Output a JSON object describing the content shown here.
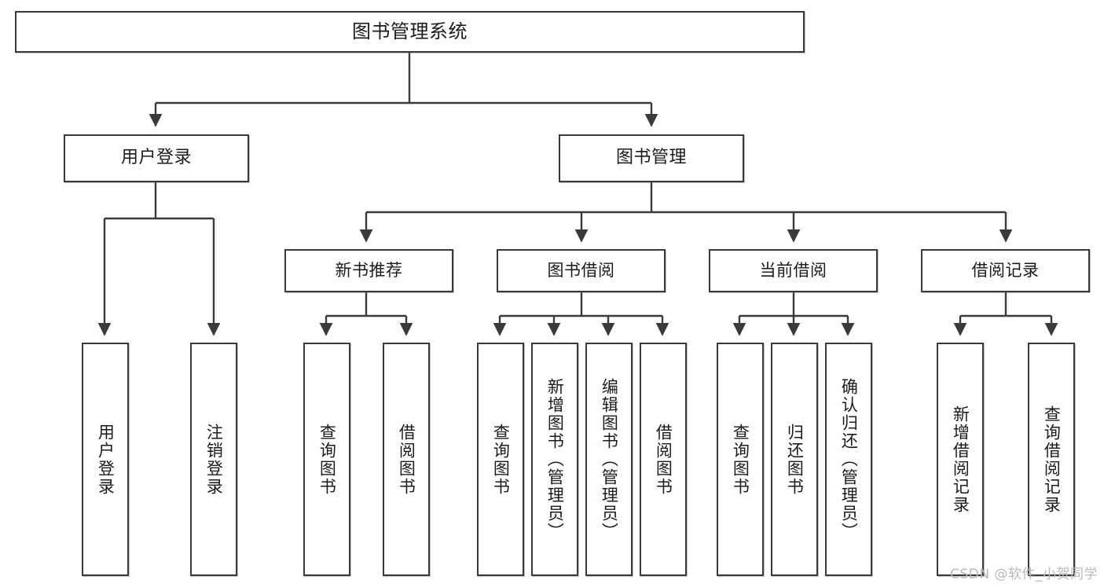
{
  "diagram": {
    "title": "图书管理系统",
    "type": "功能结构图",
    "style": {
      "box_border_color": "#3a3a3a",
      "box_fill_color": "#ffffff",
      "connector_color": "#3a3a3a",
      "text_color": "#1b1b1b",
      "background": "#ffffff"
    }
  },
  "nodes": {
    "root": {
      "label": "图书管理系统",
      "level": 1
    },
    "level2": [
      {
        "id": "user-login",
        "label": "用户登录"
      },
      {
        "id": "book-manage",
        "label": "图书管理"
      }
    ],
    "level3": [
      {
        "id": "new-book-recommend",
        "label": "新书推荐",
        "parent": "book-manage"
      },
      {
        "id": "book-borrow",
        "label": "图书借阅",
        "parent": "book-manage"
      },
      {
        "id": "current-borrow",
        "label": "当前借阅",
        "parent": "book-manage"
      },
      {
        "id": "borrow-record",
        "label": "借阅记录",
        "parent": "book-manage"
      }
    ],
    "leaves": [
      {
        "id": "leaf-user-login",
        "label": "用户登录",
        "parent": "user-login"
      },
      {
        "id": "leaf-logout",
        "label": "注销登录",
        "parent": "user-login"
      },
      {
        "id": "leaf-query-book-1",
        "label": "查询图书",
        "parent": "new-book-recommend"
      },
      {
        "id": "leaf-borrow-book-1",
        "label": "借阅图书",
        "parent": "new-book-recommend"
      },
      {
        "id": "leaf-query-book-2",
        "label": "查询图书",
        "parent": "book-borrow"
      },
      {
        "id": "leaf-add-book",
        "label": "新增图书（管理员）",
        "parent": "book-borrow"
      },
      {
        "id": "leaf-edit-book",
        "label": "编辑图书（管理员）",
        "parent": "book-borrow"
      },
      {
        "id": "leaf-borrow-book-2",
        "label": "借阅图书",
        "parent": "book-borrow"
      },
      {
        "id": "leaf-query-book-3",
        "label": "查询图书",
        "parent": "current-borrow"
      },
      {
        "id": "leaf-return-book",
        "label": "归还图书",
        "parent": "current-borrow"
      },
      {
        "id": "leaf-confirm-return",
        "label": "确认归还（管理员）",
        "parent": "current-borrow"
      },
      {
        "id": "leaf-add-record",
        "label": "新增借阅记录",
        "parent": "borrow-record"
      },
      {
        "id": "leaf-query-record",
        "label": "查询借阅记录",
        "parent": "borrow-record"
      }
    ]
  },
  "watermark": {
    "text": "CSDN @软件_小贺同学"
  }
}
